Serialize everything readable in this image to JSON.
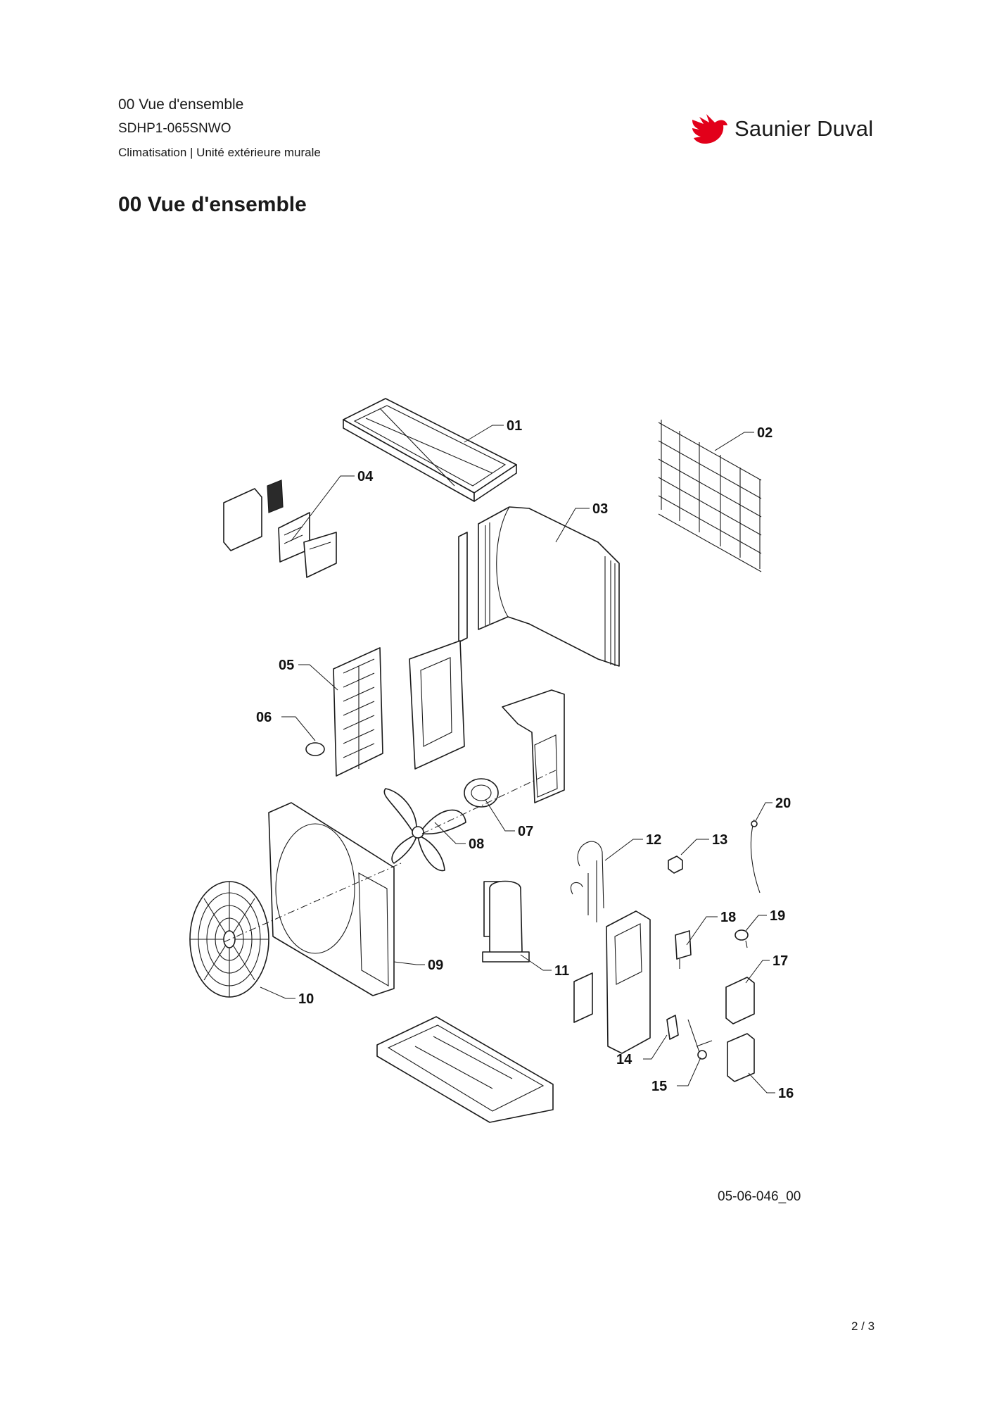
{
  "header": {
    "section_title": "00 Vue d'ensemble",
    "model": "SDHP1-065SNWO",
    "category": "Climatisation | Unité extérieure murale"
  },
  "brand": {
    "name": "Saunier Duval",
    "logo_icon": "red-bird-logo-icon",
    "color": "#e2001a"
  },
  "page_title": "00 Vue d'ensemble",
  "diagram": {
    "callouts": [
      "01",
      "02",
      "03",
      "04",
      "05",
      "06",
      "07",
      "08",
      "09",
      "10",
      "11",
      "12",
      "13",
      "14",
      "15",
      "16",
      "17",
      "18",
      "19",
      "20"
    ]
  },
  "drawing_code": "05-06-046_00",
  "page_number": "2 / 3"
}
